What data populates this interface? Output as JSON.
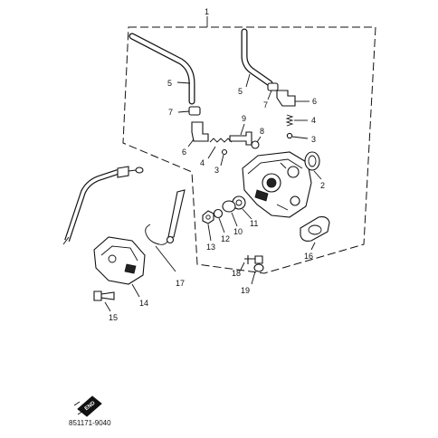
{
  "diagram": {
    "callouts": [
      "1",
      "2",
      "3",
      "3",
      "4",
      "4",
      "5",
      "5",
      "6",
      "6",
      "7",
      "7",
      "8",
      "9",
      "10",
      "11",
      "12",
      "13",
      "14",
      "15",
      "16",
      "17",
      "18",
      "19"
    ],
    "diagram_code": "851171-9040",
    "end_mark": "END"
  }
}
